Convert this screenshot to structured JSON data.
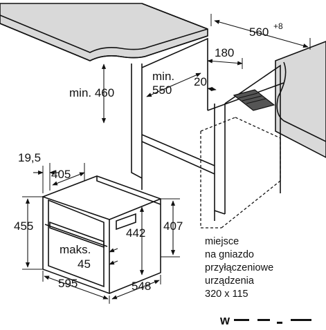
{
  "colors": {
    "ink": "#111111",
    "countertop_fill": "#d9d9d9",
    "background": "#ffffff"
  },
  "labels": {
    "width_560": "560",
    "width_560_tol": "+8",
    "depth_180": "180",
    "min_460": "min. 460",
    "min_550_a": "min.",
    "min_550_b": "550",
    "gap_20": "20",
    "front_19_5": "19,5",
    "width_405": "405",
    "height_455": "455",
    "height_442": "442",
    "height_407": "407",
    "maks_a": "maks.",
    "maks_b": "45",
    "width_595": "595",
    "depth_548": "548"
  },
  "note": {
    "lines": [
      "miejsce",
      "na gniazdo",
      "przyłączeniowe",
      "urządzenia",
      "320 x 115"
    ]
  },
  "watermark": {
    "text": "w"
  }
}
